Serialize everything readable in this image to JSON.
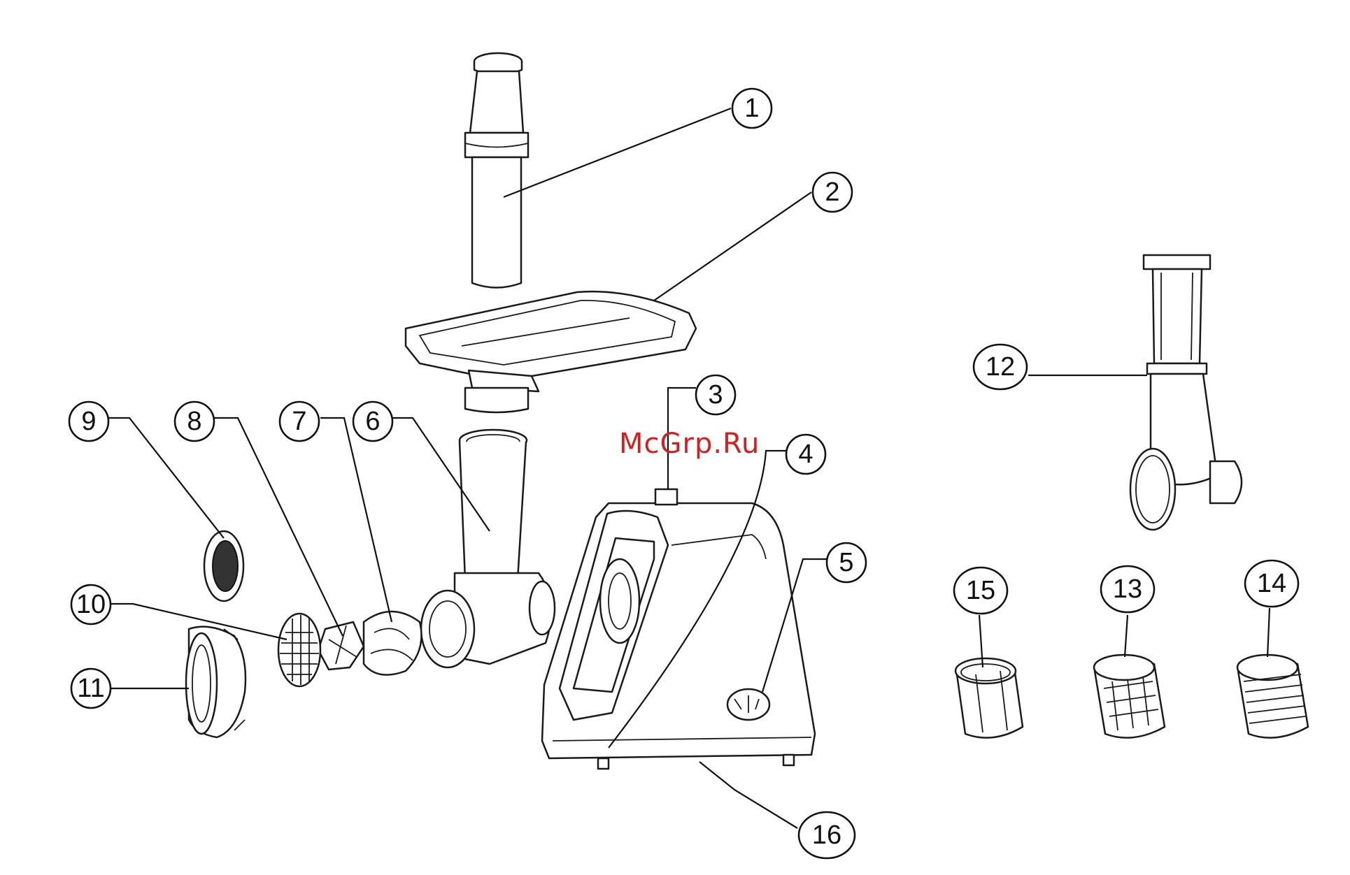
{
  "watermark": "McGrp.Ru",
  "callouts": [
    "1",
    "2",
    "3",
    "4",
    "5",
    "6",
    "7",
    "8",
    "9",
    "10",
    "11",
    "12",
    "13",
    "14",
    "15",
    "16"
  ],
  "colors": {
    "line": "#1a1a1a",
    "watermark": "#d22020",
    "background": "#ffffff"
  }
}
